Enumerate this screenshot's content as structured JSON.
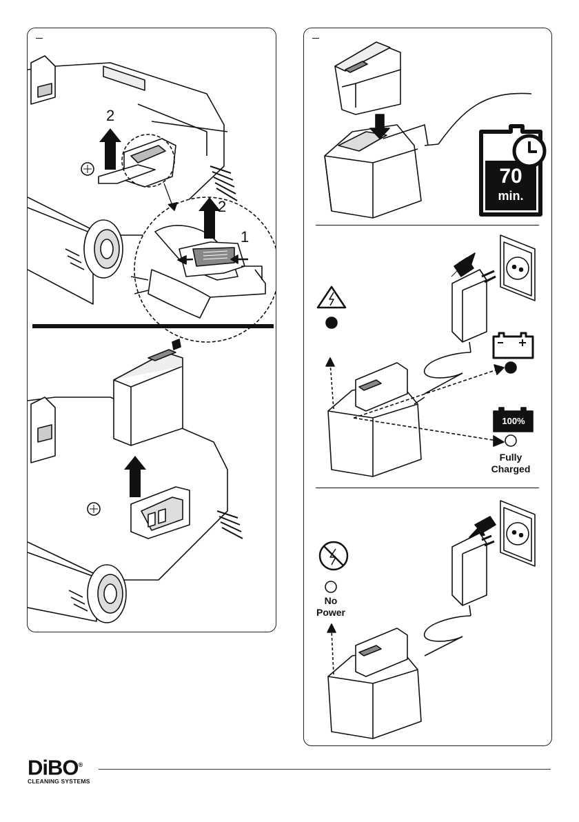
{
  "left_figure": {
    "step_top_arrow": "2",
    "step_zoom_arrow": "2",
    "step_press": "1"
  },
  "right_figure": {
    "battery_time_value": "70",
    "battery_time_unit": "min.",
    "full_battery_label": "100%",
    "fully_charged_label_1": "Fully",
    "fully_charged_label_2": "Charged",
    "no_power_label_1": "No",
    "no_power_label_2": "Power"
  },
  "footer": {
    "brand_name": "DiBO",
    "brand_registered": "®",
    "brand_tagline": "CLEANING SYSTEMS"
  },
  "colors": {
    "ink": "#111111",
    "light_gray": "#d9d9d9",
    "mid_gray": "#888888",
    "led_off": "#ffffff",
    "led_on": "#111111"
  }
}
